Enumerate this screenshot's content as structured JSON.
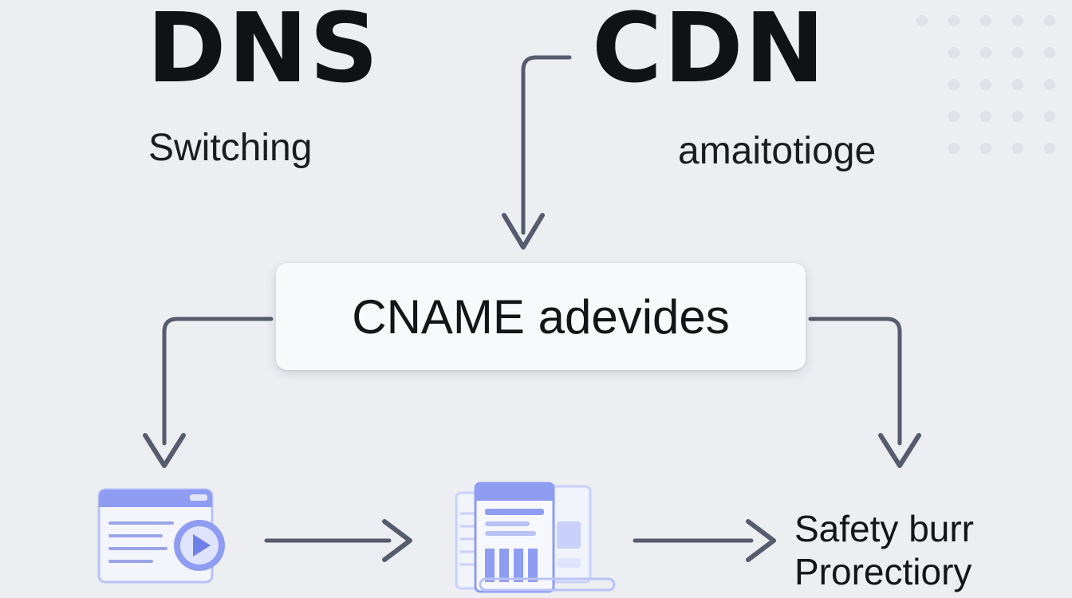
{
  "diagram": {
    "left_heading": {
      "title": "DNS",
      "subtitle": "Switching"
    },
    "right_heading": {
      "title": "CDN",
      "subtitle": "amaitotioge"
    },
    "center_node": {
      "label": "CNAME adevides"
    },
    "result_node": {
      "line1": "Safety burr",
      "line2": "Prorectiory"
    },
    "icons": [
      "video-window-icon",
      "dashboard-document-icon"
    ]
  },
  "colors": {
    "background": "#eceef1",
    "arrow": "#565b6d",
    "icon_accent": "#8e9cf2",
    "icon_light": "#c9d0fa",
    "text": "#141518"
  }
}
